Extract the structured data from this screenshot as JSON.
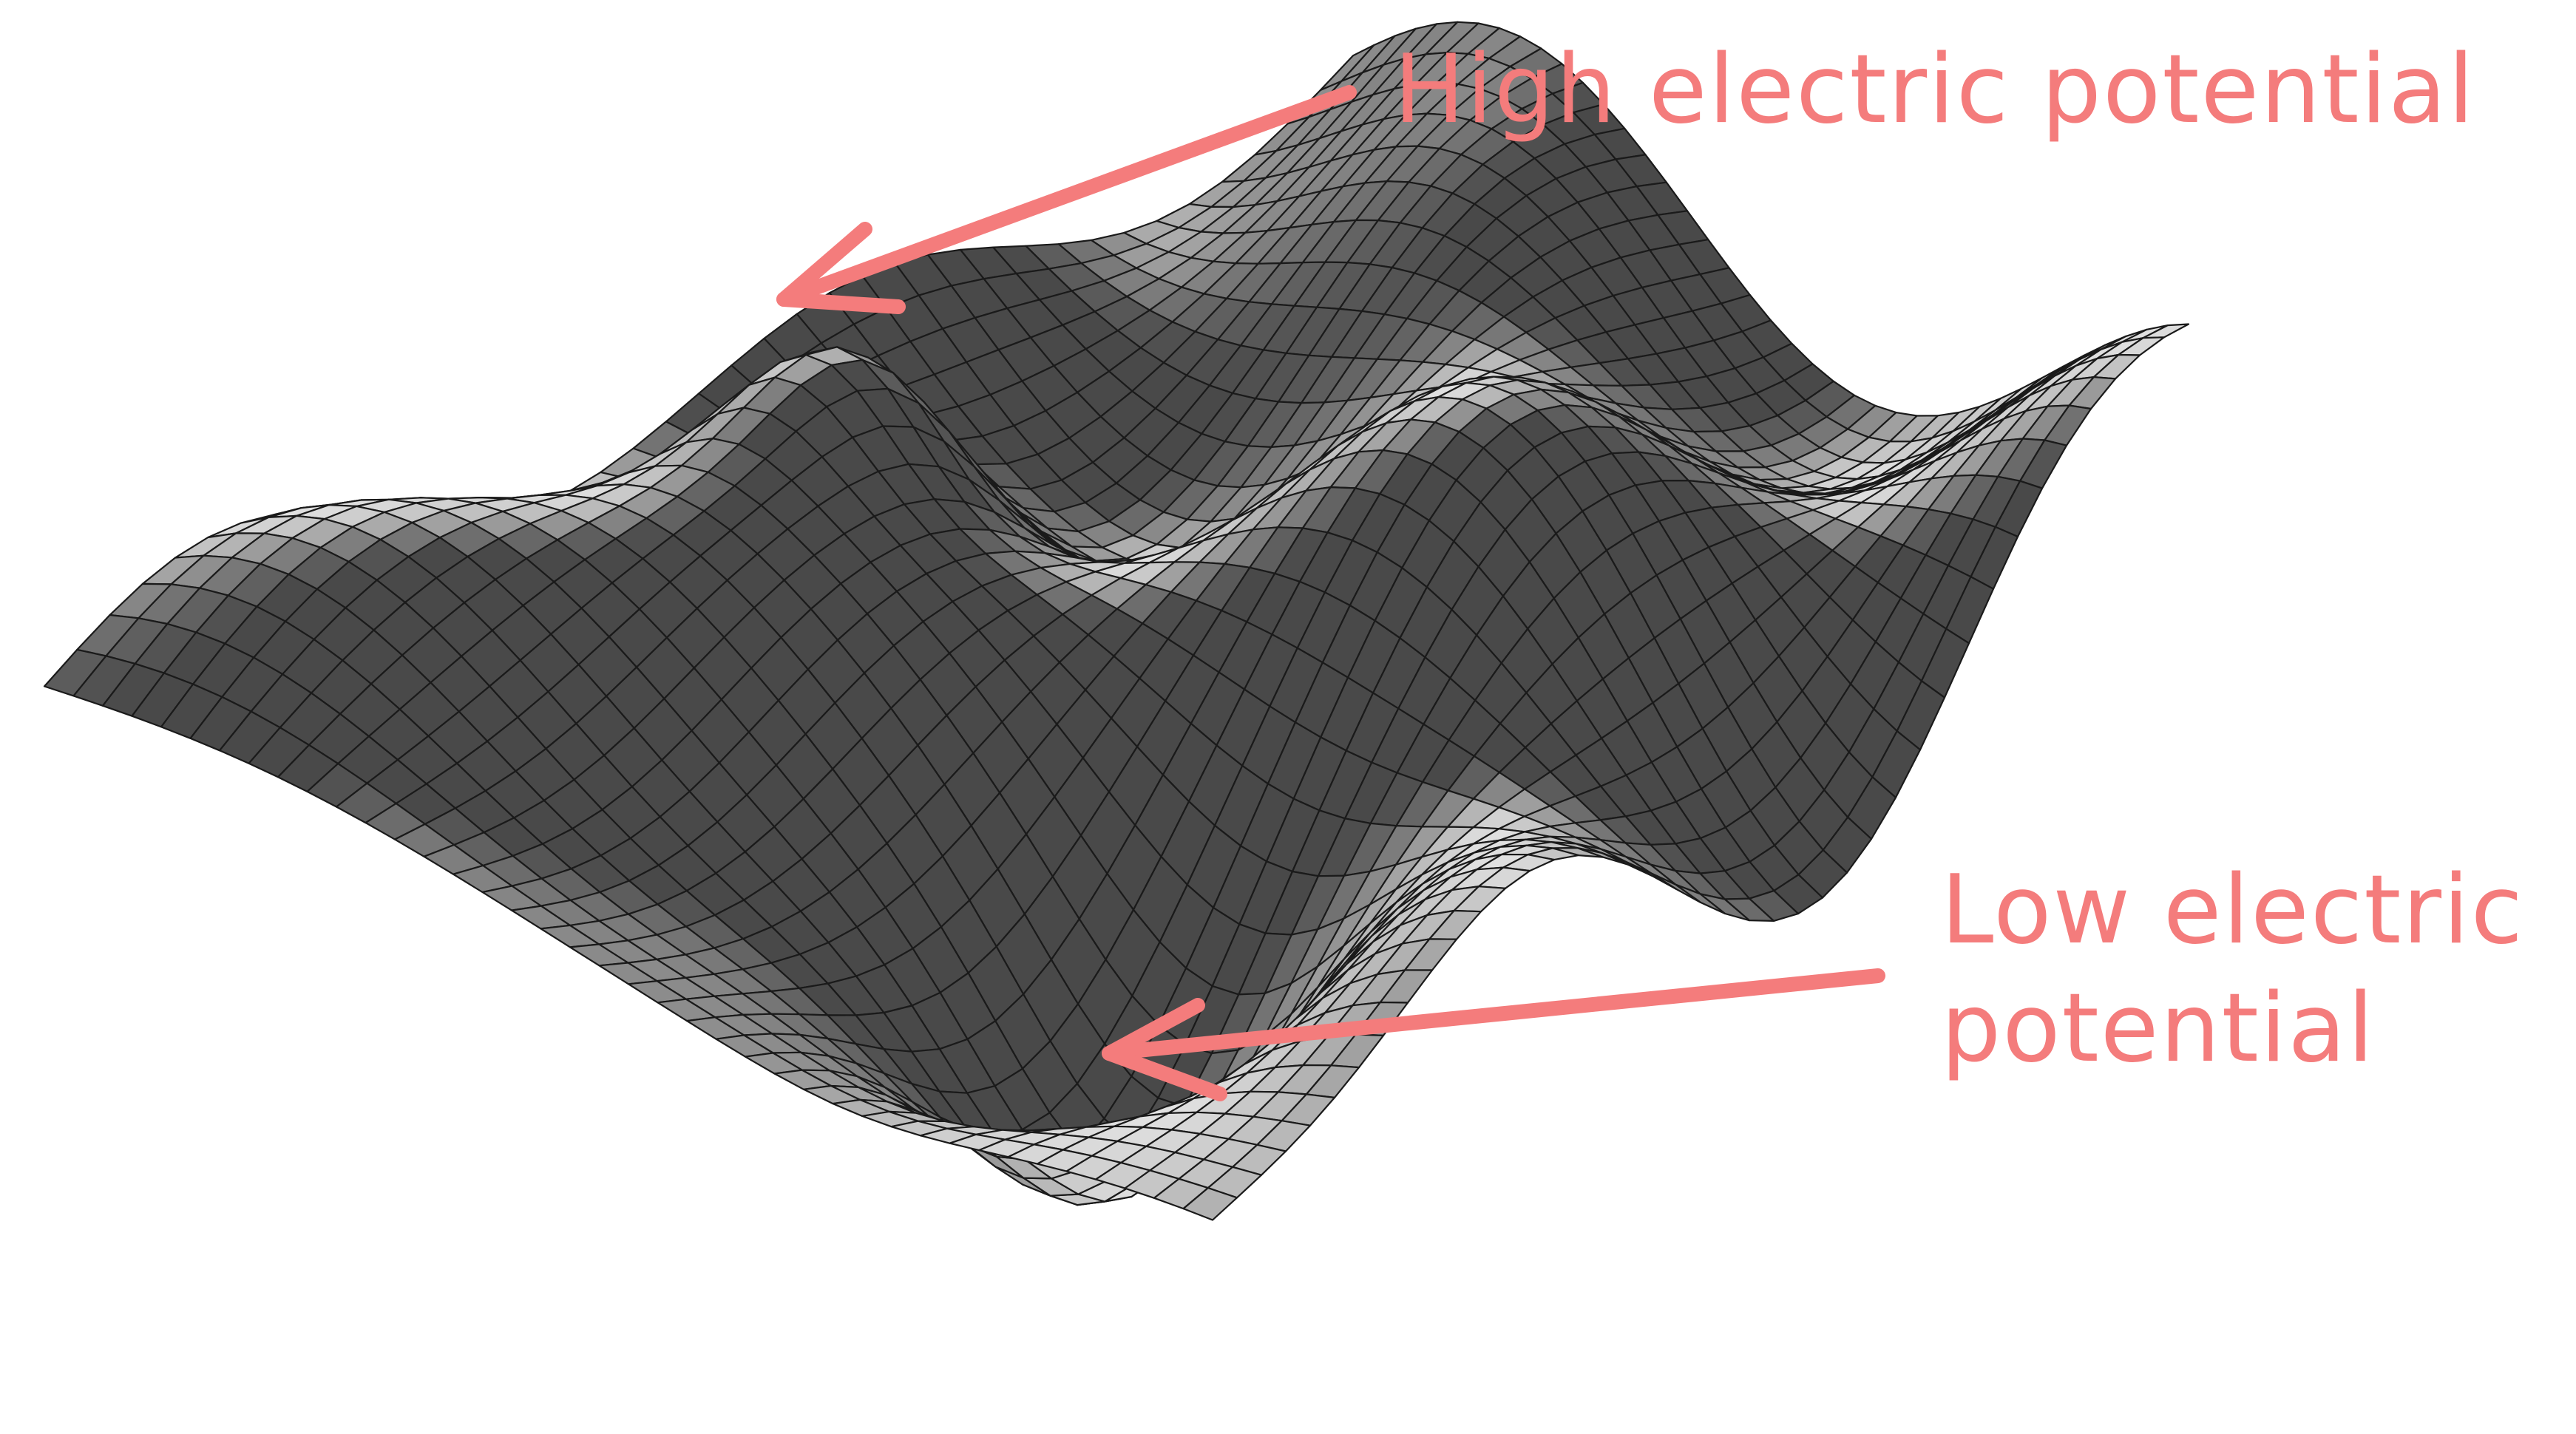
{
  "annotations": {
    "high": {
      "text": "High electric potential"
    },
    "low": {
      "line1": "Low electric",
      "line2": "potential"
    }
  },
  "colors": {
    "annotation": "#f47c7c",
    "surface_light": "#d9d9d9",
    "surface_dark": "#1e1e1e",
    "mesh_line": "#1a1a1a",
    "background": "#ffffff"
  }
}
